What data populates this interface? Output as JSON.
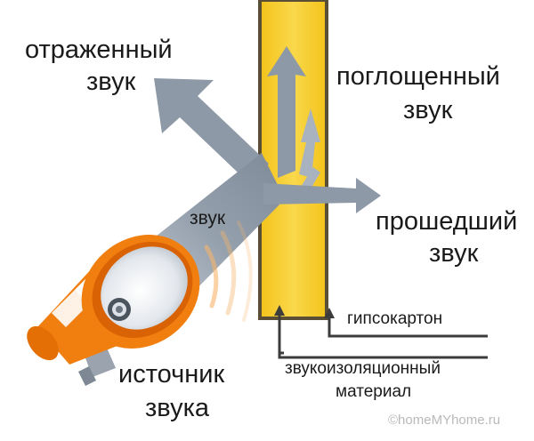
{
  "labels": {
    "reflected_line1": "отраженный",
    "reflected_line2": "звук",
    "absorbed_line1": "поглощенный",
    "absorbed_line2": "звук",
    "transmitted_line1": "прошедший",
    "transmitted_line2": "звук",
    "sound": "звук",
    "source_line1": "источник",
    "source_line2": "звука",
    "drywall": "гипсокартон",
    "insulation_line1": "звукоизоляционный",
    "insulation_line2": "материал"
  },
  "watermark": "©homeMYhome.ru",
  "colors": {
    "arrow": "#8e99a7",
    "arrow_light": "#a9b3bf",
    "wall_fill": "#f6cc1f",
    "wall_frame": "#5a4f36",
    "megaphone": "#f07f10",
    "leader_line": "#3c3c3c"
  }
}
